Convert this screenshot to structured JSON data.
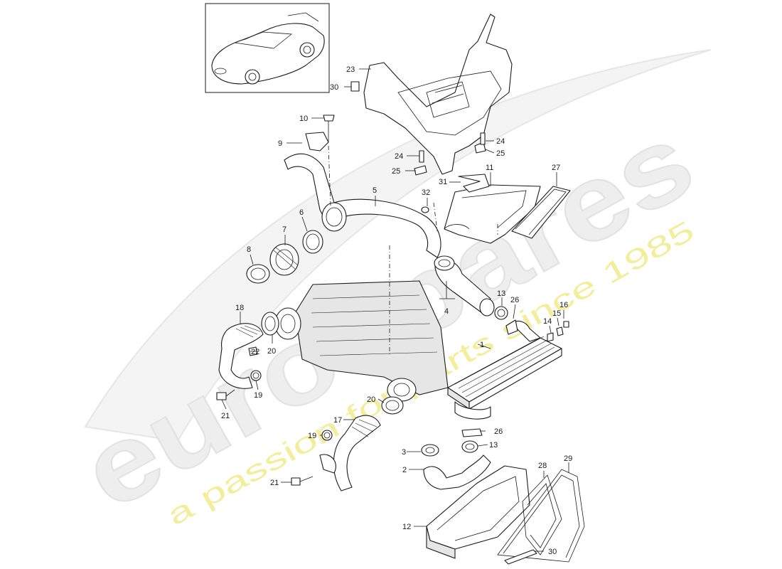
{
  "watermark": {
    "logo": "eurospares",
    "tagline": "a passion for parts since 1985",
    "logo_color": "#eeeeee",
    "tagline_color": "#f3ee9c"
  },
  "diagram": {
    "thumbnail_icon": "car-thumbnail-icon",
    "callouts": [
      {
        "id": "c23",
        "label": "23"
      },
      {
        "id": "c30a",
        "label": "30"
      },
      {
        "id": "c10",
        "label": "10"
      },
      {
        "id": "c9",
        "label": "9"
      },
      {
        "id": "c24a",
        "label": "24"
      },
      {
        "id": "c25a",
        "label": "25"
      },
      {
        "id": "c24b",
        "label": "24"
      },
      {
        "id": "c25b",
        "label": "25"
      },
      {
        "id": "c31",
        "label": "31"
      },
      {
        "id": "c11",
        "label": "11"
      },
      {
        "id": "c27",
        "label": "27"
      },
      {
        "id": "c5",
        "label": "5"
      },
      {
        "id": "c32",
        "label": "32"
      },
      {
        "id": "c7",
        "label": "7"
      },
      {
        "id": "c6",
        "label": "6"
      },
      {
        "id": "c8",
        "label": "8"
      },
      {
        "id": "c4",
        "label": "4"
      },
      {
        "id": "c13a",
        "label": "13"
      },
      {
        "id": "c26a",
        "label": "26"
      },
      {
        "id": "c16",
        "label": "16"
      },
      {
        "id": "c15",
        "label": "15"
      },
      {
        "id": "c14",
        "label": "14"
      },
      {
        "id": "c18",
        "label": "18"
      },
      {
        "id": "c22",
        "label": "22"
      },
      {
        "id": "c20a",
        "label": "20"
      },
      {
        "id": "c1",
        "label": "1"
      },
      {
        "id": "c19a",
        "label": "19"
      },
      {
        "id": "c21a",
        "label": "21"
      },
      {
        "id": "c20b",
        "label": "20"
      },
      {
        "id": "c17",
        "label": "17"
      },
      {
        "id": "c26b",
        "label": "26"
      },
      {
        "id": "c19b",
        "label": "19"
      },
      {
        "id": "c3",
        "label": "3"
      },
      {
        "id": "c13b",
        "label": "13"
      },
      {
        "id": "c2",
        "label": "2"
      },
      {
        "id": "c28",
        "label": "28"
      },
      {
        "id": "c29",
        "label": "29"
      },
      {
        "id": "c21b",
        "label": "21"
      },
      {
        "id": "c12",
        "label": "12"
      },
      {
        "id": "c30b",
        "label": "30"
      }
    ]
  }
}
